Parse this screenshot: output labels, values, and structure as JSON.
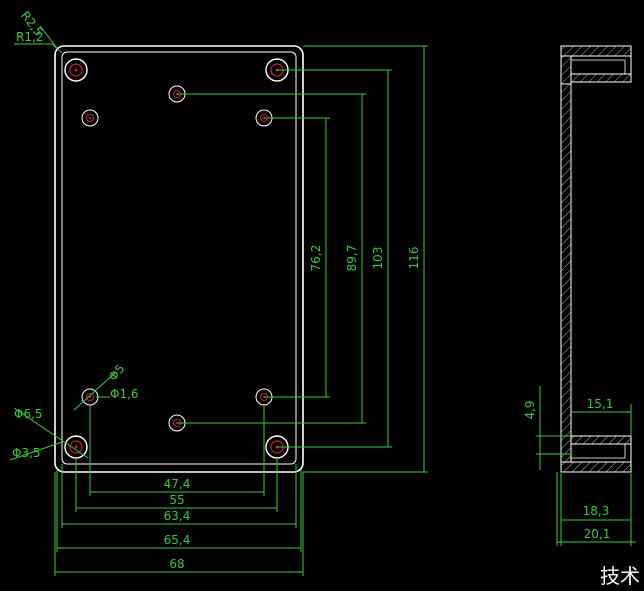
{
  "drawing": {
    "corner_radius_outer": "R2,5",
    "corner_radius_inner": "R1,2",
    "dim_47_4": "47,4",
    "dim_55": "55",
    "dim_63_4": "63,4",
    "dim_65_4": "65,4",
    "dim_68": "68",
    "dim_76_2": "76,2",
    "dim_89_7": "89,7",
    "dim_103": "103",
    "dim_116": "116",
    "hole_small_d5": "Φ5",
    "hole_small_d1_6": "Φ1,6",
    "hole_large_d6_5": "Φ6,5",
    "hole_large_d3_5": "Φ3,5",
    "side_dim_4_9": "4,9",
    "side_dim_15_1": "15,1",
    "side_dim_18_3": "18,3",
    "side_dim_20_1": "20,1"
  },
  "watermark": "技术"
}
